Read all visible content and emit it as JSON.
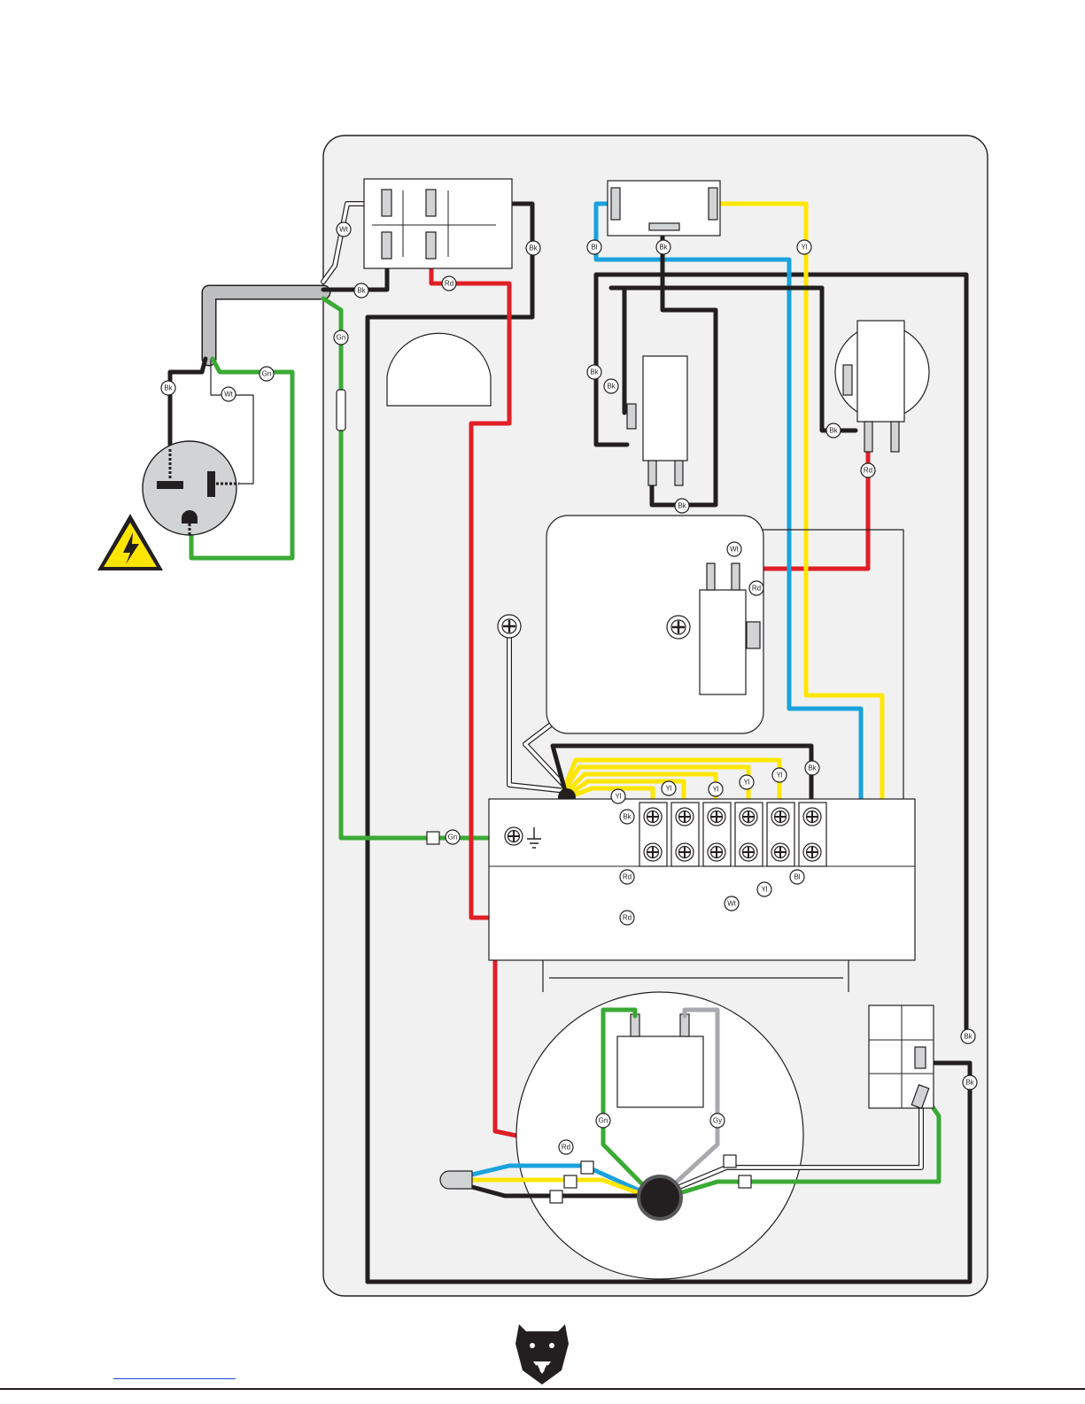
{
  "wire_labels": {
    "bk": "Bk",
    "wt": "Wt",
    "gn": "Gn",
    "rd": "Rd",
    "bl": "Bl",
    "yl": "Yl",
    "gy": "Gy"
  },
  "colors": {
    "black": "#231f20",
    "red": "#e01f26",
    "yellow": "#ffe600",
    "blue": "#1ba2dc",
    "green": "#3aaa35",
    "gray": "#a7a9ac",
    "panel": "#f1f1f2",
    "link": "#1b4bd6"
  },
  "icons": {
    "warning": "electrical-hazard-icon",
    "logo": "bear-head-logo",
    "ground": "ground-symbol-icon",
    "terminal": "screw-terminal-icon"
  }
}
